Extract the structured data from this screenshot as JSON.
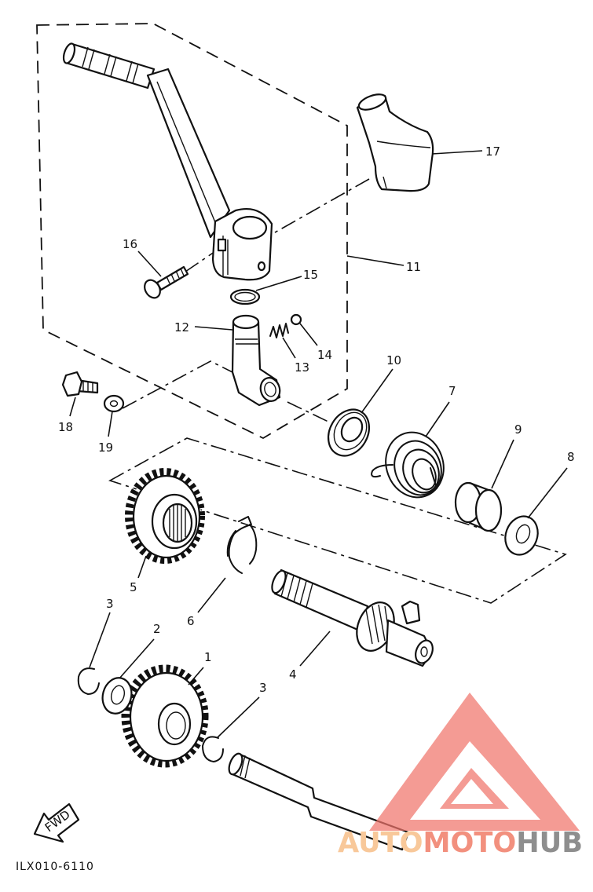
{
  "diagram": {
    "callouts": [
      "17",
      "11",
      "16",
      "15",
      "12",
      "14",
      "13",
      "10",
      "7",
      "9",
      "8",
      "18",
      "19",
      "5",
      "6",
      "3",
      "2",
      "1",
      "4",
      "3"
    ],
    "fwd_label": "FWD",
    "code": "ILX010-6110"
  },
  "watermark": {
    "auto": "AUTO",
    "moto": "MOTO",
    "hub": "HUB"
  },
  "colors": {
    "line": "#111111",
    "background": "#ffffff",
    "logo_red": "#f0756c",
    "auto_text": "#f8c89a",
    "moto_text": "#f2907e",
    "hub_text": "#8e8e8e"
  },
  "icons": {
    "fwd_arrow": "fwd-arrow-icon",
    "logo": "automotohub-logo-icon"
  }
}
